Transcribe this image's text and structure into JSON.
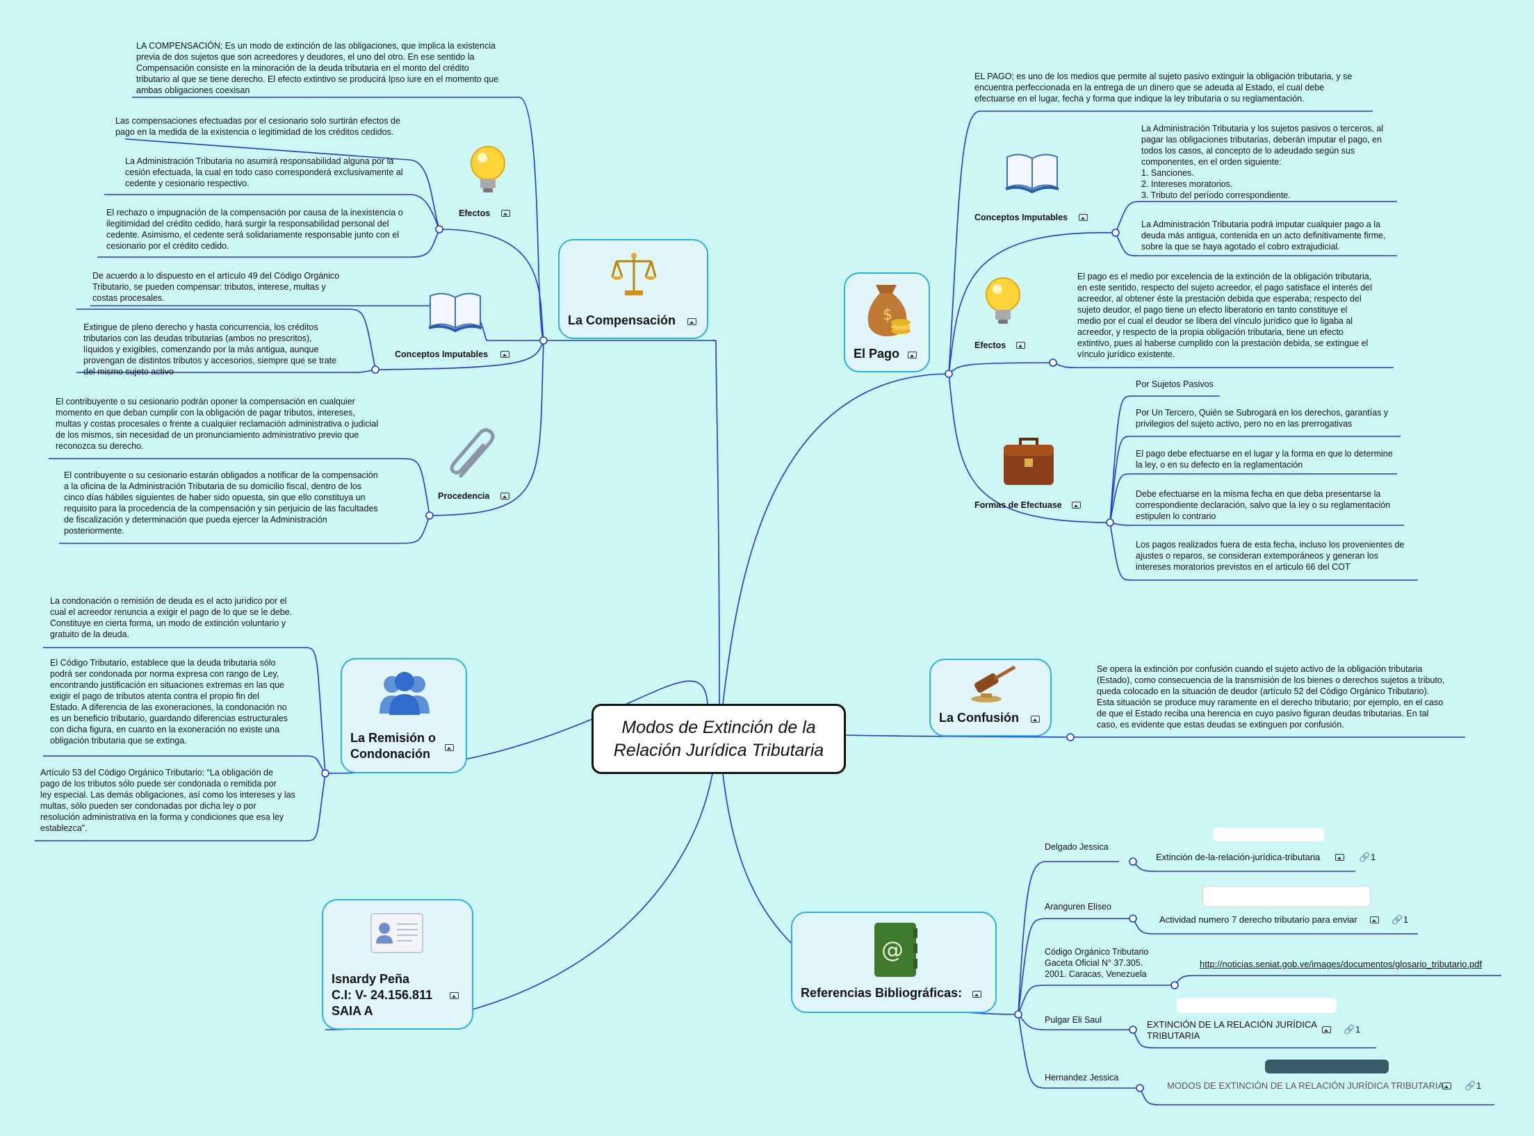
{
  "root": {
    "title": "Modos de Extinción de la\nRelación Jurídica Tributaria"
  },
  "compensacion": {
    "title": "La Compensación",
    "icon": "scales-icon",
    "intro": "LA COMPENSACIÓN;  Es un modo de extinción de las obligaciones, que implica la existencia\nprevia de dos sujetos que son acreedores y deudores, el uno del otro. En ese sentido la\nCompensación consiste en la minoración de la deuda tributaria en el monto del crédito\ntributario al que se tiene derecho. El efecto extintivo se producirá Ipso iure en el momento que\nambas obligaciones coexisan",
    "efectos": {
      "label": "Efectos",
      "icon": "lightbulb-icon",
      "items": [
        "Las compensaciones efectuadas por el cesionario solo surtirán efectos de\npago en la medida de la existencia o legitimidad de los créditos cedidos.",
        "La Administración Tributaria no asumirá responsabilidad alguna por la\ncesión efectuada, la cual en todo caso corresponderá exclusivamente al\ncedente y cesionario respectivo.",
        "El rechazo o impugnación de la compensación por causa de la inexistencia o\nilegitimidad del crédito cedido, hará surgir la responsabilidad personal del\ncedente. Asimismo, el cedente será solidariamente responsable junto con el\ncesionario por el crédito cedido."
      ]
    },
    "conceptos": {
      "label": "Conceptos Imputables",
      "icon": "book-icon",
      "items": [
        "De acuerdo a lo dispuesto en el artículo 49 del Código Orgánico\nTributario, se pueden compensar: tributos, interese, multas y\ncostas procesales.",
        "Extingue de pleno derecho y hasta concurrencia, los créditos\ntributarios con las deudas tributarias (ambos no prescritos),\nlíquidos y exigibles, comenzando por la más antigua, aunque\nprovengan de distintos tributos y accesorios, siempre que se trate\ndel mismo sujeto activo"
      ]
    },
    "procedencia": {
      "label": "Procedencia",
      "icon": "paperclip-icon",
      "items": [
        "El contribuyente o su cesionario podrán oponer la compensación en cualquier\nmomento en que deban cumplir con la obligación de pagar tributos, intereses,\nmultas y costas procesales o frente a cualquier reclamación administrativa o judicial\nde los mismos, sin necesidad de un pronunciamiento administrativo previo que\nreconozca su derecho.",
        "El contribuyente o su cesionario estarán obligados a notificar de la compensación\na la oficina de la Administración Tributaria de su domicilio fiscal, dentro de los\ncinco días hábiles siguientes de haber sido opuesta, sin que ello constituya un\nrequisito para la procedencia de la compensación y sin perjuicio de las facultades\nde fiscalización y determinación que pueda ejercer la Administración\nposteriormente."
      ]
    }
  },
  "remision": {
    "title": "La Remisión o\nCondonación",
    "icon": "people-icon",
    "items": [
      "La condonación o remisión de deuda es el acto jurídico por el\ncual el acreedor renuncia a exigir el pago de lo que se le debe.\nConstituye en cierta forma, un modo de extinción voluntario y\ngratuito de la deuda.",
      "El Código Tributario, establece que la deuda tributaria sólo\npodrá ser condonada por norma expresa con rango de Ley,\nencontrando justificación en situaciones extremas en las que\nexigir el pago de tributos atenta contra el propio fin del\nEstado. A diferencia de las exoneraciones, la condonación no\nes un beneficio tributario, guardando diferencias estructurales\ncon dicha figura, en cuanto en la exoneración no existe una\nobligación tributaria que se extinga.",
      "Artículo 53 del Código Orgánico Tributario: “La obligación de\npago de los tributos sólo puede ser condonada o remitida por\nley especial. Las demás obligaciones, así como los intereses y las\nmultas, sólo pueden ser condonadas por dicha ley o por\nresolución administrativa en la forma y condiciones que esa ley\nestablezca”."
    ]
  },
  "autor": {
    "title": "Isnardy Peña\nC.I: V- 24.156.811\nSAIA A",
    "icon": "id-card-icon"
  },
  "pago": {
    "title": "El Pago",
    "icon": "money-bag-icon",
    "intro": "EL PAGO; es uno de los medios que permite al sujeto pasivo extinguir la obligación tributaria, y se\nencuentra perfeccionada en la entrega de un dinero que se adeuda al Estado, el cual debe\nefectuarse en el lugar, fecha y forma que indique la ley tributaria o su reglamentación.",
    "conceptos": {
      "label": "Conceptos Imputables",
      "icon": "book-icon",
      "items": [
        "La Administración Tributaria y los sujetos pasivos o terceros, al\npagar las obligaciones tributarias, deberán imputar el pago, en\ntodos los casos, al concepto de lo adeudado según sus\ncomponentes, en el orden siguiente:\n1. Sanciones.\n2. Intereses moratorios.\n3. Tributo del período correspondiente.",
        "La Administración Tributaria podrá imputar cualquier pago a la\ndeuda más antigua, contenida en un acto definitivamente firme,\nsobre la que se haya agotado el cobro extrajudicial."
      ]
    },
    "efectos": {
      "label": "Efectos",
      "icon": "lightbulb-icon",
      "text": "El pago es el medio por excelencia de la extinción de la obligación tributaria,\nen este sentido, respecto del sujeto acreedor, el pago satisface el interés del\nacreedor, al obtener éste la prestación debida que esperaba; respecto del\nsujeto deudor, el pago tiene un efecto liberatorio en tanto constituye el\nmedio por el cual el deudor se libera del vínculo jurídico que lo ligaba al\nacreedor, y respecto de la propia obligación tributaria, tiene un efecto\nextintivo, pues al haberse cumplido con la prestación debida, se extingue el\nvínculo jurídico existente."
    },
    "formas": {
      "label": "Formas de Efectuase",
      "icon": "briefcase-icon",
      "items": [
        "Por Sujetos Pasivos",
        "Por Un Tercero, Quién se Subrogará en los derechos, garantías y\nprivilegios del sujeto activo, pero no en las prerrogativas",
        "El pago debe efectuarse en el lugar y la forma en que lo determine\nla ley, o en su defecto en la reglamentación",
        "Debe efectuarse en la misma fecha en que deba presentarse la\ncorrespondiente declaración, salvo que la ley o su reglamentación\nestipulen lo contrario",
        "Los pagos realizados fuera de esta fecha, incluso los provenientes de\najustes o reparos, se consideran extemporáneos y generan los\nintereses moratorios previstos en el articulo 66 del COT"
      ]
    }
  },
  "confusion": {
    "title": "La Confusión",
    "icon": "gavel-icon",
    "text": "Se opera la extinción por confusión cuando el sujeto activo de la obligación tributaria\n(Estado), como consecuencia de la transmisión de los bienes o derechos sujetos a tributo,\nqueda colocado en la situación de deudor (artículo 52 del Código Orgánico Tributario).\nEsta situación se produce muy raramente en el derecho tributario; por ejemplo, en el caso\nde que el Estado reciba una herencia en cuyo pasivo figuran deudas tributarias. En tal\ncaso, es evidente que estas deudas se extinguen por confusión."
  },
  "referencias": {
    "title": "Referencias Bibliográficas:",
    "icon": "address-book-icon",
    "items": [
      {
        "author": "Delgado Jessica",
        "link": "Extinción de-la-relación-jurídica-tributaria",
        "count": "1"
      },
      {
        "author": "Aranguren Eliseo",
        "link": "Actividad numero 7 derecho tributario para enviar",
        "count": "1"
      },
      {
        "author": "Código Orgánico Tributario\nGaceta Oficial N° 37.305.\n2001. Caracas, Venezuela",
        "link": "http://noticias.seniat.gob.ve/images/documentos/glosario_tributario.pdf",
        "count": ""
      },
      {
        "author": "Pulgar Eli Saul",
        "link": "EXTINCIÓN DE LA RELACIÓN JURÍDICA\nTRIBUTARIA",
        "count": "1"
      },
      {
        "author": "Hernandez Jessica",
        "link": "MODOS DE EXTINCIÓN DE LA RELACIÓN JURÍDICA TRIBUTARIA",
        "count": "1"
      }
    ]
  },
  "colors": {
    "background": "#cdf7f5",
    "line": "#1f3ad3",
    "topic_border": "#2bb0e8",
    "topic_fill": "#e1f6fb"
  }
}
